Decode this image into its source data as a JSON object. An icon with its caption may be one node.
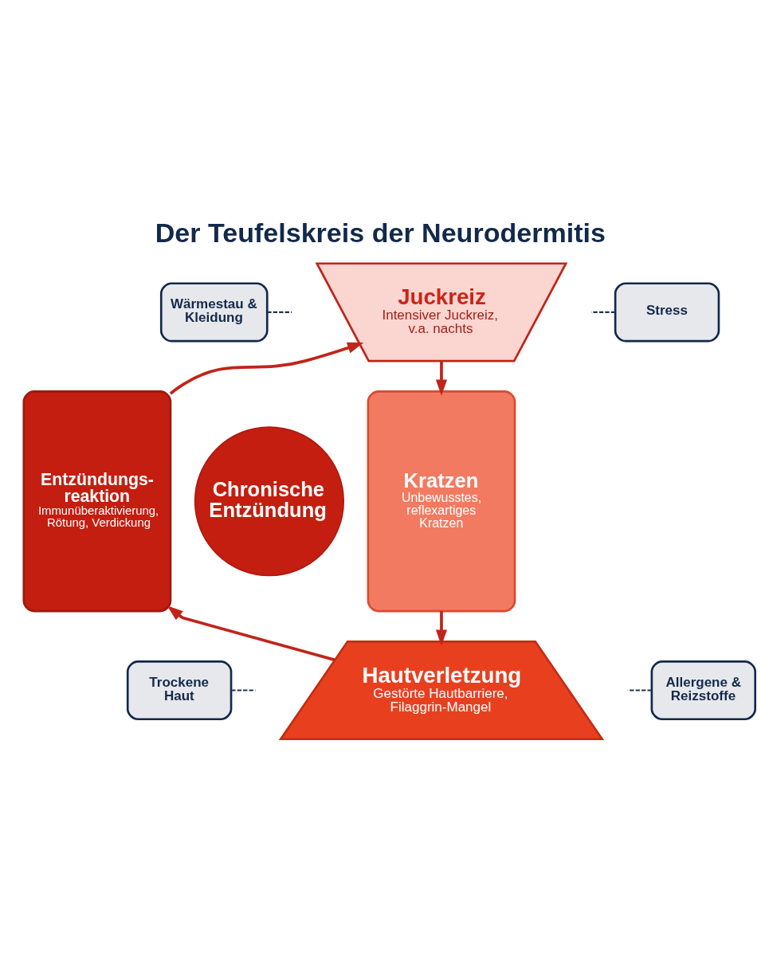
{
  "diagram": {
    "title": "Der Teufelskreis der Neurodermitis",
    "nodes": [
      {
        "text": [
          "Wärmestau & Kleidung"
        ]
      },
      {
        "text": [
          "Juckreiz",
          "Intensiver Juckreiz, v.a. nachts"
        ]
      },
      {
        "text": [
          "Stress"
        ]
      },
      {
        "text": [
          "Entzündungs- reaktion",
          "Immunüberaktivierung, Rötung, Verdickung"
        ]
      },
      {
        "text": [
          "Chronische Entzündung"
        ]
      },
      {
        "text": [
          "Kratzen",
          "Unbewusstes, reflexartiges Kratzen"
        ]
      },
      {
        "text": [
          "Hautverletzung",
          "Gestörte Hautbarriere, Filaggrin-Mangel"
        ]
      },
      {
        "text": [
          "Trockene Haut"
        ]
      },
      {
        "text": [
          "Allergene & Reizstoffe"
        ]
      }
    ],
    "edges": [
      {
        "from": 1,
        "to": 5,
        "arrow": "to"
      },
      {
        "from": 5,
        "to": 6,
        "arrow": "to"
      },
      {
        "from": 6,
        "to": 3,
        "arrow": "to"
      },
      {
        "from": 3,
        "to": 1,
        "arrow": "to"
      },
      {
        "from": 0,
        "to": null,
        "arrow": "none",
        "style": "dashed",
        "color": "#1f3550"
      },
      {
        "from": 2,
        "to": null,
        "arrow": "none",
        "style": "dashed",
        "color": "#1f3550"
      },
      {
        "from": 7,
        "to": null,
        "arrow": "none",
        "style": "dashed",
        "color": "#1f3550"
      },
      {
        "from": 8,
        "to": null,
        "arrow": "none",
        "style": "dashed",
        "color": "#1f3550"
      }
    ]
  }
}
